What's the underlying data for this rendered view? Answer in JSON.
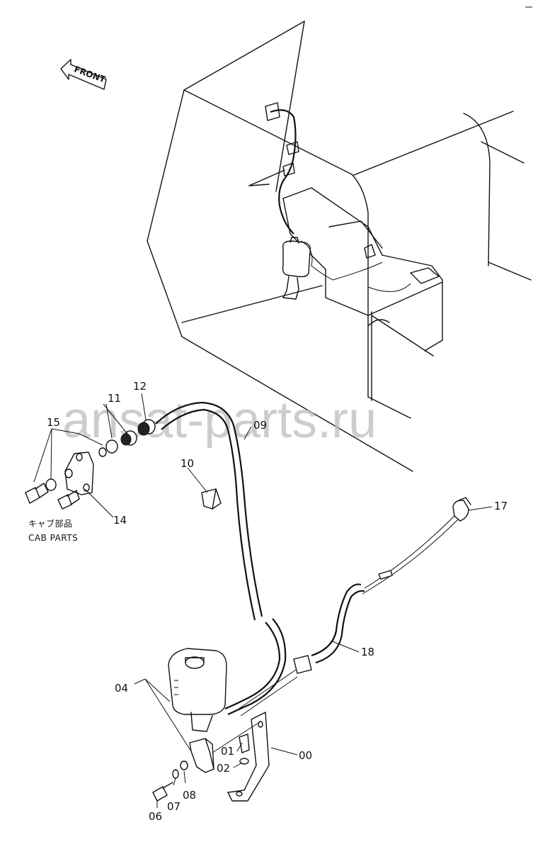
{
  "direction_label": "FRONT",
  "watermark": "ansat-parts.ru",
  "cab_note": {
    "jp": "キャブ部品",
    "en": "CAB PARTS"
  },
  "callouts": [
    {
      "id": "00",
      "label": "00"
    },
    {
      "id": "01",
      "label": "01"
    },
    {
      "id": "02",
      "label": "02"
    },
    {
      "id": "04",
      "label": "04"
    },
    {
      "id": "06",
      "label": "06"
    },
    {
      "id": "07",
      "label": "07"
    },
    {
      "id": "08",
      "label": "08"
    },
    {
      "id": "09",
      "label": "09"
    },
    {
      "id": "10",
      "label": "10"
    },
    {
      "id": "11",
      "label": "11"
    },
    {
      "id": "12",
      "label": "12"
    },
    {
      "id": "14",
      "label": "14"
    },
    {
      "id": "15",
      "label": "15"
    },
    {
      "id": "17",
      "label": "17"
    },
    {
      "id": "18",
      "label": "18"
    }
  ]
}
